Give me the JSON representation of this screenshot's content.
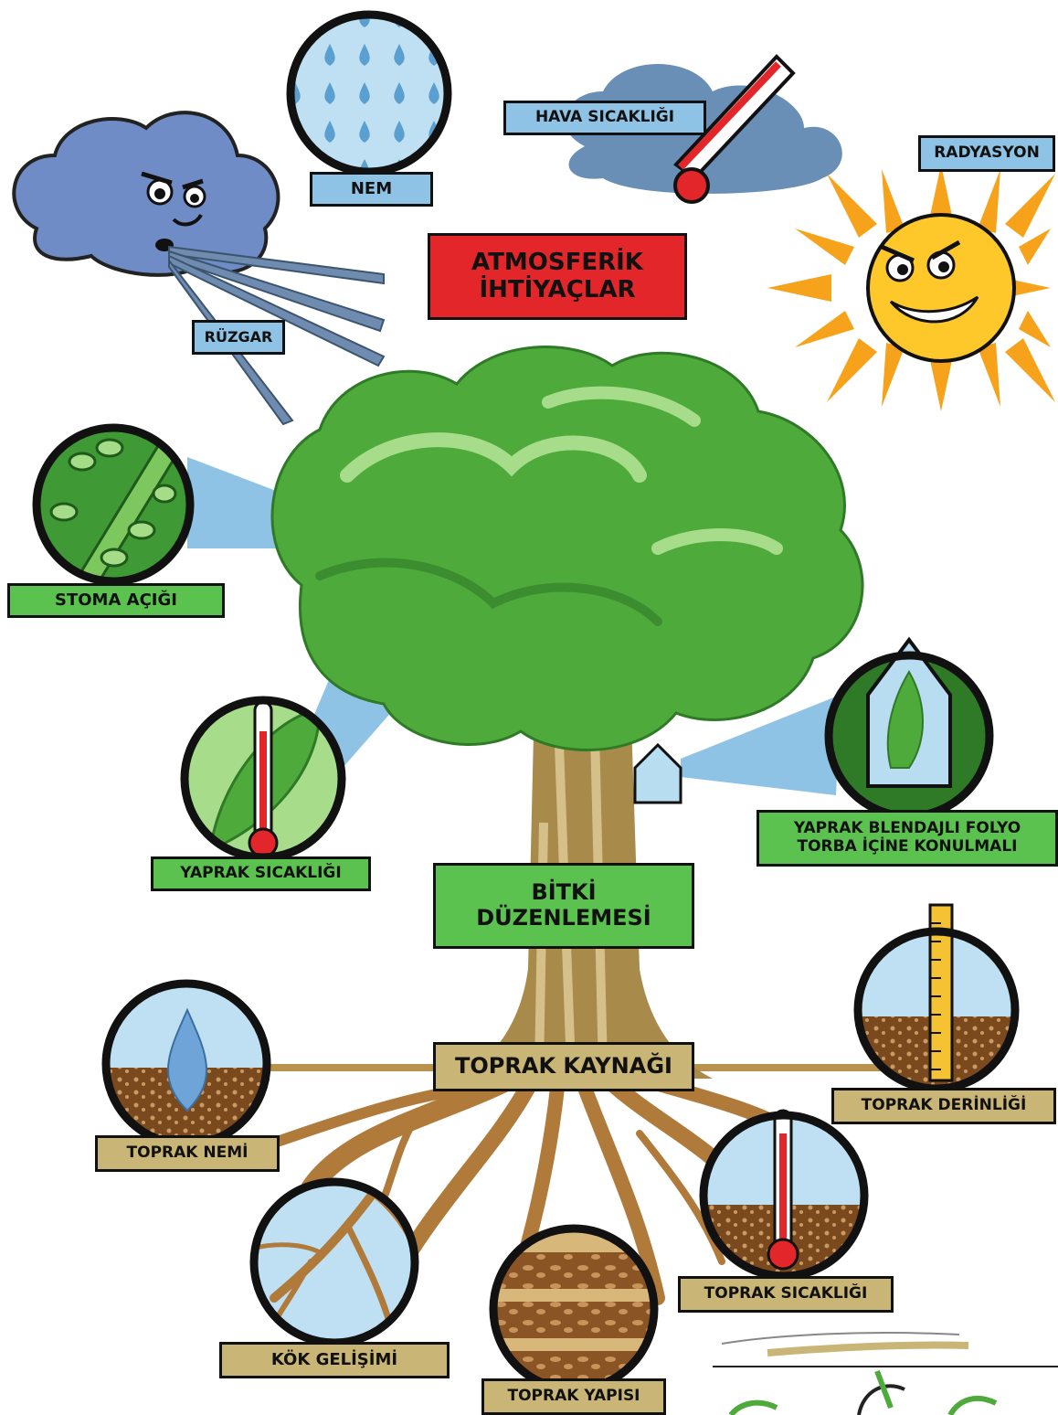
{
  "labels": {
    "nem": "NEM",
    "hava_sicakligi": "HAVA SICAKLIĞI",
    "radyasyon": "RADYASYON",
    "ruzgar": "RÜZGAR",
    "atmosferik_line1": "ATMOSFERİK",
    "atmosferik_line2": "İHTİYAÇLAR",
    "stoma": "STOMA AÇIĞI",
    "yaprak_sicakligi": "YAPRAK SICAKLIĞI",
    "yaprak_folyo_line1": "YAPRAK BLENDAJLI FOLYO",
    "yaprak_folyo_line2": "TORBA İÇİNE KONULMALI",
    "bitki_line1": "BİTKİ",
    "bitki_line2": "DÜZENLEMESİ",
    "toprak_kaynagi": "TOPRAK KAYNAĞI",
    "toprak_nemi": "TOPRAK NEMİ",
    "toprak_derinligi": "TOPRAK DERİNLİĞİ",
    "toprak_sicakligi": "TOPRAK SICAKLIĞI",
    "kok_gelisimi": "KÖK GELİŞİMİ",
    "toprak_yapisi": "TOPRAK YAPISI"
  },
  "icons": [
    "angry-cloud-icon",
    "raindrops-icon",
    "thermometer-icon",
    "angry-sun-icon",
    "tree-icon",
    "stoma-icon",
    "leaf-thermometer-icon",
    "leaf-bag-icon",
    "water-drop-icon",
    "ruler-icon",
    "roots-icon",
    "soil-layers-icon"
  ],
  "colors": {
    "label_blue": "#8fc3e6",
    "label_green": "#5cc24f",
    "label_tan": "#c9b676",
    "label_red": "#e2262a",
    "foliage": "#4faa3c",
    "trunk": "#9a7a3a",
    "roots": "#b07a3a"
  }
}
